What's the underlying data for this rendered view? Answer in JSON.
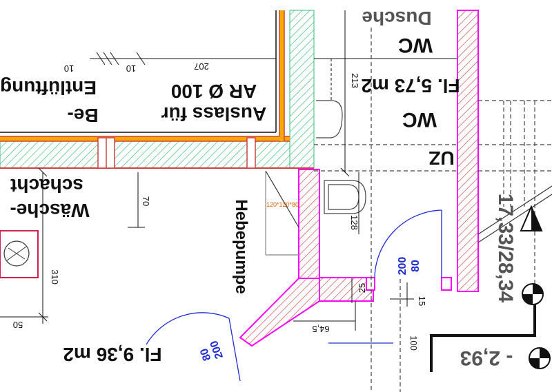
{
  "colors": {
    "wall_red": "#d04040",
    "wall_magenta": "#ff00ff",
    "insulation_green": "#2fbf71",
    "pipe_orange": "#f2a900",
    "door_blue": "#1e2bd6"
  },
  "labels": {
    "dusche": "Dusche",
    "wc_top": "WC",
    "wc_area": "Fl. 5,73 m2",
    "wc_room": "WC",
    "be": "Be-",
    "entlueftung": "Entlüftung",
    "ar": "AR Ø 100",
    "auslass": "Auslass für",
    "uz": "UZ",
    "waesche": "Wäsche-",
    "schacht": "schacht",
    "hebepumpe": "Hebepumpe",
    "pump_size": "120*120*80",
    "fl_area": "Fl. 9,36 m2",
    "stairs": "17,33/28,34",
    "level": "- 2,93",
    "door_80_a": "80",
    "door_200_a": "200",
    "door_80_b": "80",
    "door_200_b": "200"
  },
  "dimensions": {
    "d10a": "10",
    "d10b": "10",
    "d207": "207",
    "d213": "213",
    "d70": "70",
    "d128": "128",
    "d310": "310",
    "d50": "50",
    "d25": "25",
    "d15": "15",
    "d645": "64,5",
    "d100": "100"
  }
}
